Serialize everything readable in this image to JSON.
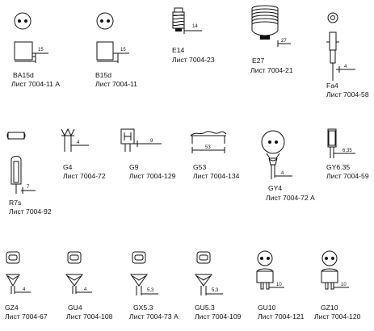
{
  "row1": [
    {
      "name": "BA15d",
      "sheet": "Лист 7004-11 A",
      "dim": "15"
    },
    {
      "name": "B15d",
      "sheet": "Лист 7004-11",
      "dim": "15"
    },
    {
      "name": "E14",
      "sheet": "Лист 7004-23",
      "dim": "14"
    },
    {
      "name": "E27",
      "sheet": "Лист 7004-21",
      "dim": "27"
    },
    {
      "name": "Fa4",
      "sheet": "Лист 7004-58",
      "dim": "4"
    }
  ],
  "row2": [
    {
      "name": "R7s",
      "sheet": "Лист 7004-92",
      "dim": "7"
    },
    {
      "name": "G4",
      "sheet": "Лист 7004-72",
      "dim": "4"
    },
    {
      "name": "G9",
      "sheet": "Лист 7004-129",
      "dim": "9"
    },
    {
      "name": "G53",
      "sheet": "Лист 7004-134",
      "dim": "53"
    },
    {
      "name": "GY4",
      "sheet": "Лист 7004-72 A",
      "dim": "4"
    },
    {
      "name": "GY6.35",
      "sheet": "Лист 7004-59",
      "dim": "6,35"
    }
  ],
  "row3": [
    {
      "name": "GZ4",
      "sheet": "Лист 7004-67",
      "dim": "4"
    },
    {
      "name": "GU4",
      "sheet": "Лист 7004-108",
      "dim": "4"
    },
    {
      "name": "GX5.3",
      "sheet": "Лист 7004-73 A",
      "dim": "5,3"
    },
    {
      "name": "GU5.3",
      "sheet": "Лист 7004-109",
      "dim": "5,3"
    },
    {
      "name": "GU10",
      "sheet": "Лист 7004-121",
      "dim": "10"
    },
    {
      "name": "GZ10",
      "sheet": "Лист 7004-120",
      "dim": "10"
    }
  ]
}
